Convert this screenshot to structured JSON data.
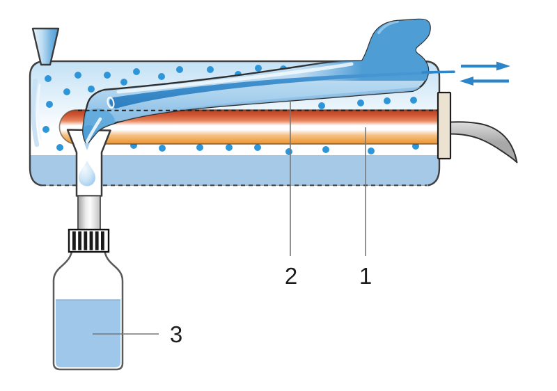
{
  "figure": {
    "type": "apparatus-diagram",
    "callouts": [
      {
        "label": "1"
      },
      {
        "label": "2"
      },
      {
        "label": "3"
      }
    ],
    "colors": {
      "outline": "#3f3f3f",
      "vapor_top": "#c3e1f5",
      "dots": "#2e96d8",
      "chamber_liquid": "#a6c9e8",
      "bottle_liquid": "#9fc7ea",
      "tube_blue": "#4f9dd5",
      "core_blue": "#2f87c9",
      "heater_red": "#bf4526",
      "heater_orange": "#ee9d38",
      "flange_beige": "#ebe2d2",
      "spout_gray": "#c2c2c2",
      "arrow_blue": "#2b85c8",
      "label_ink": "#1c1c1c",
      "leader_gray": "#777777"
    }
  }
}
